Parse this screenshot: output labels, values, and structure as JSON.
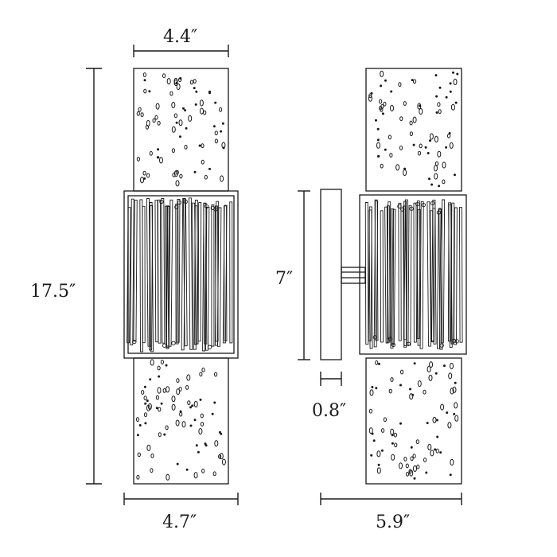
{
  "dimensions": {
    "shade_width": "4.4″",
    "overall_height": "17.5″",
    "front_band_width": "4.7″",
    "backplate_height": "7″",
    "backplate_depth": "0.8″",
    "overall_depth": "5.9″"
  },
  "colors": {
    "line": "#1a1a1a",
    "background": "#ffffff"
  }
}
